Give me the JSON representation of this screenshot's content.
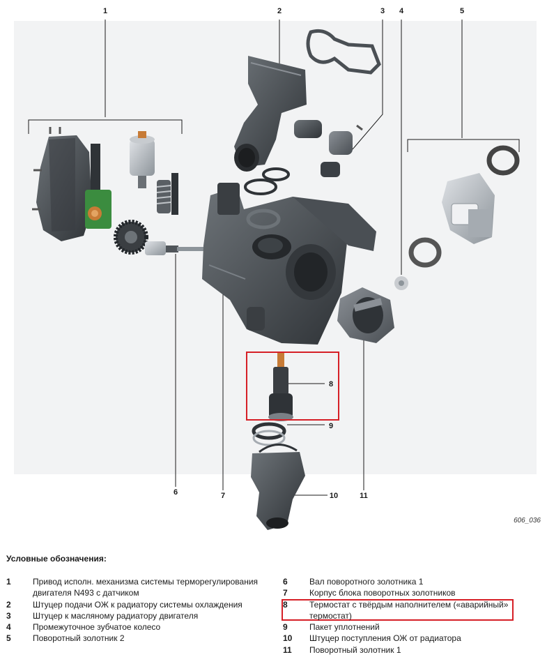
{
  "figure_id": "606_036",
  "callouts": [
    "1",
    "2",
    "3",
    "4",
    "5",
    "6",
    "7",
    "8",
    "9",
    "10",
    "11"
  ],
  "legend": {
    "title": "Условные обозначения:",
    "left": [
      {
        "num": "1",
        "text": "Привод исполн. механизма системы терморегулирования двигателя N493 с датчиком"
      },
      {
        "num": "2",
        "text": "Штуцер подачи ОЖ к радиатору системы охлаждения"
      },
      {
        "num": "3",
        "text": "Штуцер к масляному радиатору двигателя"
      },
      {
        "num": "4",
        "text": "Промежуточное зубчатое колесо"
      },
      {
        "num": "5",
        "text": "Поворотный золотник 2"
      }
    ],
    "right": [
      {
        "num": "6",
        "text": "Вал поворотного золотника 1"
      },
      {
        "num": "7",
        "text": "Корпус блока поворотных золотников"
      },
      {
        "num": "8",
        "text": "Термостат с твёрдым наполнителем («аварийный» термостат)"
      },
      {
        "num": "9",
        "text": "Пакет уплотнений"
      },
      {
        "num": "10",
        "text": "Штуцер поступления ОЖ от радиатора"
      },
      {
        "num": "11",
        "text": "Поворотный золотник 1"
      }
    ]
  },
  "highlight_color": "#d61f26"
}
